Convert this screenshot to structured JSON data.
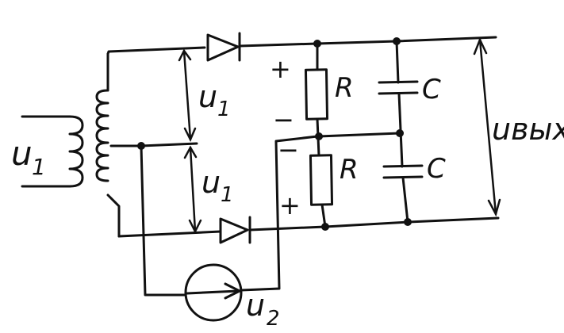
{
  "labels": {
    "primary_voltage": "u",
    "primary_sub": "1",
    "upper_half_voltage": "u",
    "upper_half_sub": "1",
    "lower_half_voltage": "u",
    "lower_half_sub": "1",
    "resistor_top": "R",
    "resistor_bottom": "R",
    "capacitor_top": "C",
    "capacitor_bottom": "C",
    "output_voltage": "uвых",
    "source_voltage": "u",
    "source_sub": "2",
    "plus_top": "+",
    "minus_top": "−",
    "minus_bottom": "−",
    "plus_bottom": "+"
  }
}
